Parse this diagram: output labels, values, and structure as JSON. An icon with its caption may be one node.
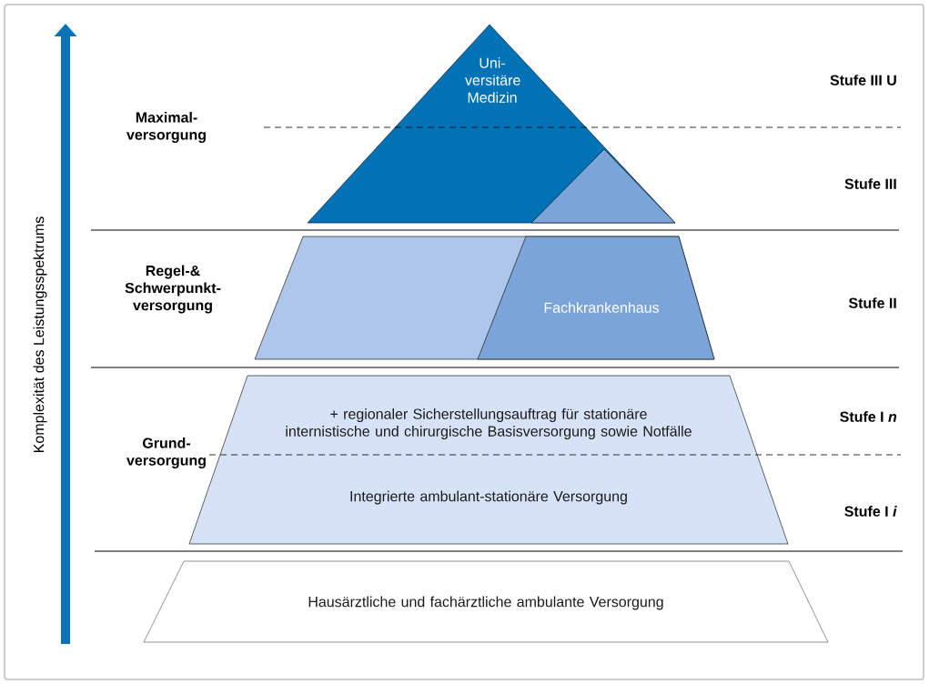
{
  "diagram": {
    "nodes": [
      {
        "text": [
          "Uni- versitäre Medizin"
        ]
      },
      {
        "text": [],
        "shape": "triangle",
        "in": 0
      },
      {
        "text": [],
        "shape": "trapezoid"
      },
      {
        "text": [
          "Fachkrankenhaus"
        ],
        "in": 2
      },
      {
        "text": [
          "+ regionaler Sicherstellungsauftrag für stationäre internistische und chirurgische Basisversorgung sowie Notfälle",
          "Integrierte ambulant-stationäre Versorgung"
        ]
      },
      {
        "text": [
          "Hausärztliche und fachärztliche ambulante Versorgung"
        ]
      }
    ],
    "edges": [],
    "labels": [
      "Komplexität des Leistungsspektrums",
      "Stufe III U",
      "Maximal- versorgung",
      "Stufe III",
      "Regel-& Schwerpunkt- versorgung",
      "Stufe II",
      "Stufe I *n*",
      "Grund- versorgung",
      "Stufe I *i*"
    ]
  }
}
